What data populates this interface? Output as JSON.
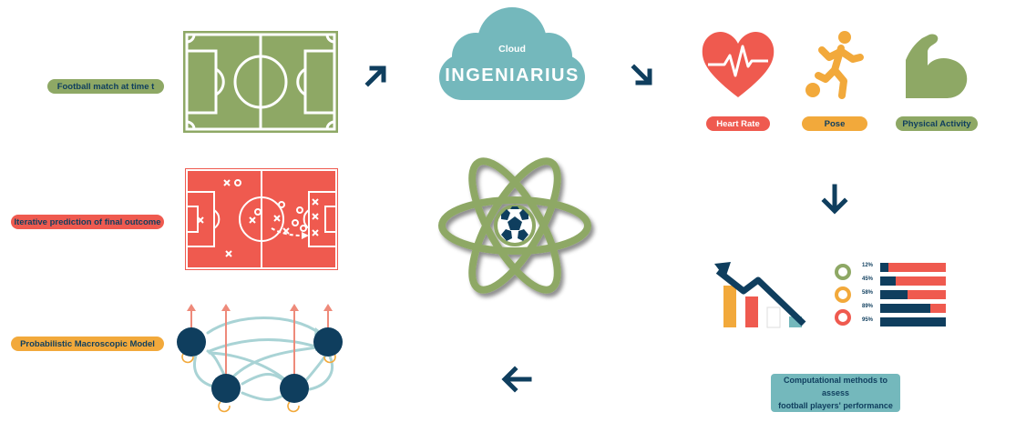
{
  "colors": {
    "green": "#8ea865",
    "red": "#ef5a4f",
    "yellow": "#f2a93b",
    "navy": "#0f3e5e",
    "teal": "#74b8bc",
    "light_teal": "#a9d3d5",
    "pink": "#ee8a7a",
    "white": "#ffffff"
  },
  "left_labels": {
    "match": "Football match at time t",
    "prediction": "Iterative prediction of final outcome",
    "model": "Probabilistic Macroscopic Model"
  },
  "cloud": {
    "small": "Cloud",
    "big": "INGENIARIUS"
  },
  "metrics": {
    "heart_rate": "Heart Rate",
    "pose": "Pose",
    "physical_activity": "Physical Activity"
  },
  "stats": {
    "rows": [
      {
        "label": "12%",
        "value": 0.12
      },
      {
        "label": "45%",
        "value": 0.24
      },
      {
        "label": "58%",
        "value": 0.41
      },
      {
        "label": "89%",
        "value": 0.76
      },
      {
        "label": "95%",
        "value": 1.0
      }
    ]
  },
  "computational": {
    "line1": "Computational methods to assess",
    "line2": "football players' performance"
  },
  "icons": {
    "arrow_up_right": "arrow-up-right-icon",
    "arrow_down_right": "arrow-down-right-icon",
    "arrow_down": "arrow-down-icon",
    "arrow_left": "arrow-left-icon",
    "heart": "heart-rate-icon",
    "player": "player-kicking-ball-icon",
    "muscle": "flexed-arm-icon",
    "atom": "atom-football-icon",
    "cloud": "cloud-icon",
    "field": "football-field-icon",
    "tactics": "tactics-board-icon",
    "network": "markov-network-icon",
    "trend": "trend-chart-icon"
  }
}
